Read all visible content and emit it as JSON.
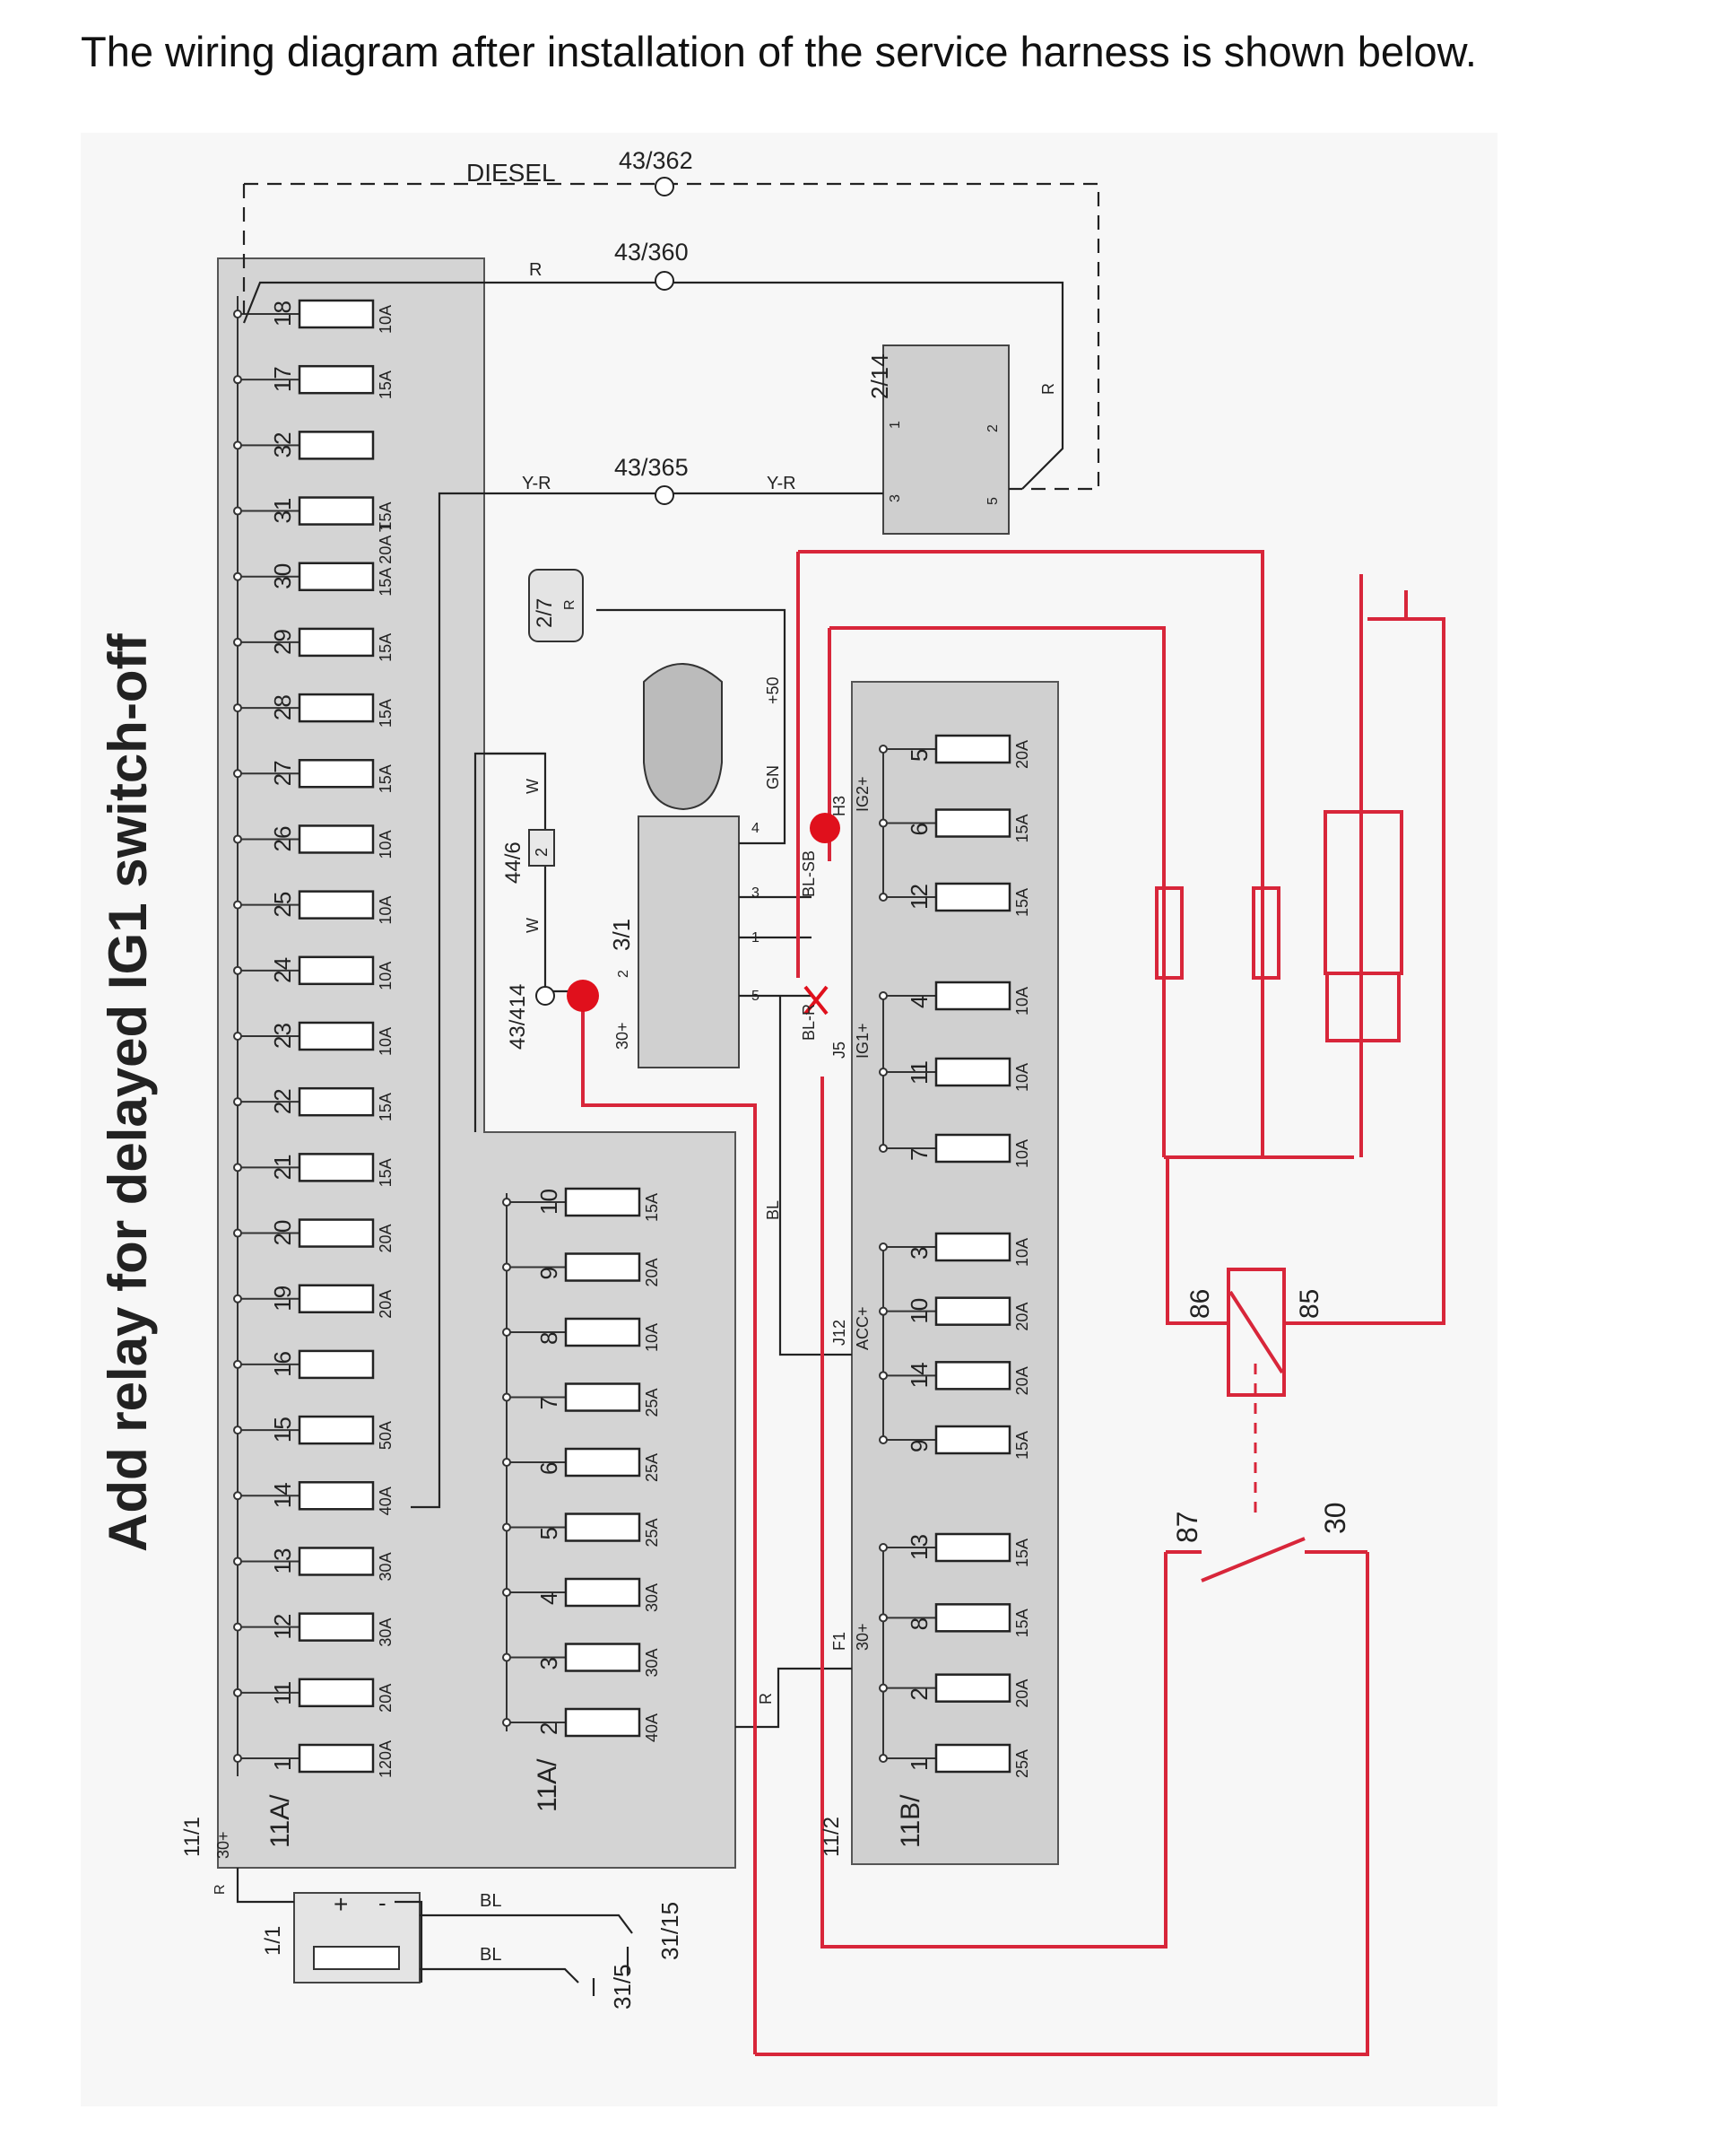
{
  "header": {
    "text": "The wiring diagram after installation of the service harness is shown below."
  },
  "annotation": {
    "side_title": "Add relay for delayed IG1 switch-off",
    "color": "#d8263a"
  },
  "top_labels": {
    "diesel": "DIESEL",
    "splice_362": "43/362",
    "splice_360": "43/360",
    "splice_365": "43/365",
    "wire_r": "R",
    "wire_yr": "Y-R"
  },
  "box_11a_left": {
    "label": "11A/",
    "conn": "11/1",
    "supply": "30+",
    "wire": "R",
    "fuses": [
      {
        "num": "18",
        "rating": "10A"
      },
      {
        "num": "17",
        "rating": "15A"
      },
      {
        "num": "32",
        "rating": ""
      },
      {
        "num": "31",
        "rating": "15A"
      },
      {
        "num": "30",
        "rating": "15A 20A T"
      },
      {
        "num": "29",
        "rating": "15A"
      },
      {
        "num": "28",
        "rating": "15A"
      },
      {
        "num": "27",
        "rating": "15A"
      },
      {
        "num": "26",
        "rating": "10A"
      },
      {
        "num": "25",
        "rating": "10A"
      },
      {
        "num": "24",
        "rating": "10A"
      },
      {
        "num": "23",
        "rating": "10A"
      },
      {
        "num": "22",
        "rating": "15A"
      },
      {
        "num": "21",
        "rating": "15A"
      },
      {
        "num": "20",
        "rating": "20A"
      },
      {
        "num": "19",
        "rating": "20A"
      },
      {
        "num": "16",
        "rating": ""
      },
      {
        "num": "15",
        "rating": "50A"
      },
      {
        "num": "14",
        "rating": "40A"
      },
      {
        "num": "13",
        "rating": "30A"
      },
      {
        "num": "12",
        "rating": "30A"
      },
      {
        "num": "11",
        "rating": "20A"
      },
      {
        "num": "1",
        "rating": "120A"
      }
    ]
  },
  "box_11a_mid": {
    "label": "11A/",
    "fuses": [
      {
        "num": "10",
        "rating": "15A"
      },
      {
        "num": "9",
        "rating": "20A"
      },
      {
        "num": "8",
        "rating": "10A"
      },
      {
        "num": "7",
        "rating": "25A"
      },
      {
        "num": "6",
        "rating": "25A"
      },
      {
        "num": "5",
        "rating": "25A"
      },
      {
        "num": "4",
        "rating": "30A"
      },
      {
        "num": "3",
        "rating": "30A"
      },
      {
        "num": "2",
        "rating": "40A"
      }
    ]
  },
  "box_11b": {
    "label": "11B/",
    "conn": "11/2",
    "groups": [
      {
        "name": "IG2+",
        "pin": "H3",
        "fuses": [
          {
            "num": "5",
            "rating": "20A"
          },
          {
            "num": "6",
            "rating": "15A"
          },
          {
            "num": "12",
            "rating": "15A"
          }
        ]
      },
      {
        "name": "IG1+",
        "pin": "J5",
        "fuses": [
          {
            "num": "4",
            "rating": "10A"
          },
          {
            "num": "11",
            "rating": "10A"
          },
          {
            "num": "7",
            "rating": "10A"
          }
        ]
      },
      {
        "name": "ACC+",
        "pin": "J12",
        "fuses": [
          {
            "num": "3",
            "rating": "10A"
          },
          {
            "num": "10",
            "rating": "20A"
          },
          {
            "num": "14",
            "rating": "20A"
          },
          {
            "num": "9",
            "rating": "15A"
          }
        ]
      },
      {
        "name": "30+",
        "pin": "F1",
        "fuses": [
          {
            "num": "13",
            "rating": "15A"
          },
          {
            "num": "8",
            "rating": "15A"
          },
          {
            "num": "2",
            "rating": "20A"
          },
          {
            "num": "1",
            "rating": "25A"
          }
        ]
      }
    ]
  },
  "relay_214": {
    "label": "2/14",
    "pins": [
      "1",
      "2",
      "3",
      "5"
    ],
    "wire": "R"
  },
  "ignition": {
    "switch_label": "3/1",
    "conn_27": "2/7",
    "wire_27": "R",
    "conn_446": "44/6",
    "pin_446": "2",
    "splice_414": "43/414",
    "wires": {
      "w": "W",
      "gn": "GN",
      "bl_sb": "BL-SB",
      "bl_r": "BL-R",
      "bl": "BL",
      "r": "R",
      "plus50": "+50",
      "plus30": "30+"
    },
    "pins": [
      "4",
      "3",
      "1",
      "5",
      "2"
    ]
  },
  "battery": {
    "label": "1/1",
    "plus": "+",
    "minus": "-",
    "wire": "BL",
    "ground_15": "31/15",
    "ground_5": "31/5"
  },
  "added_relay": {
    "pins": [
      "86",
      "85",
      "87",
      "30"
    ]
  }
}
